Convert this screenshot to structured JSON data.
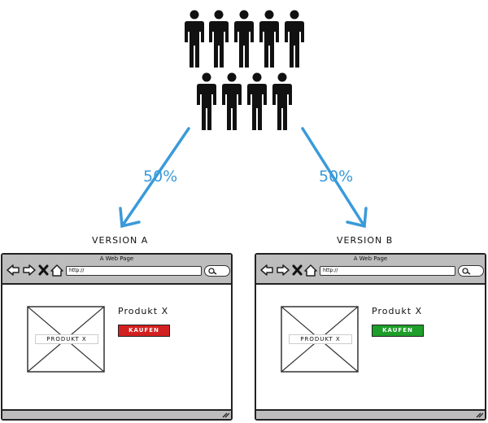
{
  "colors": {
    "arrow": "#3a9ad9",
    "person": "#111111",
    "button_a": "#d32020",
    "button_b": "#1e9e2a",
    "chrome": "#bdbdbd"
  },
  "split": {
    "left_percent": "50%",
    "right_percent": "50%"
  },
  "people_count": 9,
  "versions": [
    {
      "label": "VERSION A",
      "window_title": "A Web Page",
      "url": "http://",
      "image_label": "PRODUKT X",
      "product_name": "Produkt X",
      "button_label": "KAUFEN",
      "button_color": "#d32020"
    },
    {
      "label": "VERSION B",
      "window_title": "A Web Page",
      "url": "http://",
      "image_label": "PRODUKT X",
      "product_name": "Produkt X",
      "button_label": "KAUFEN",
      "button_color": "#1e9e2a"
    }
  ],
  "icons": [
    "person-icon",
    "back-arrow-icon",
    "forward-arrow-icon",
    "close-icon",
    "home-icon",
    "search-icon",
    "resize-grip-icon"
  ]
}
